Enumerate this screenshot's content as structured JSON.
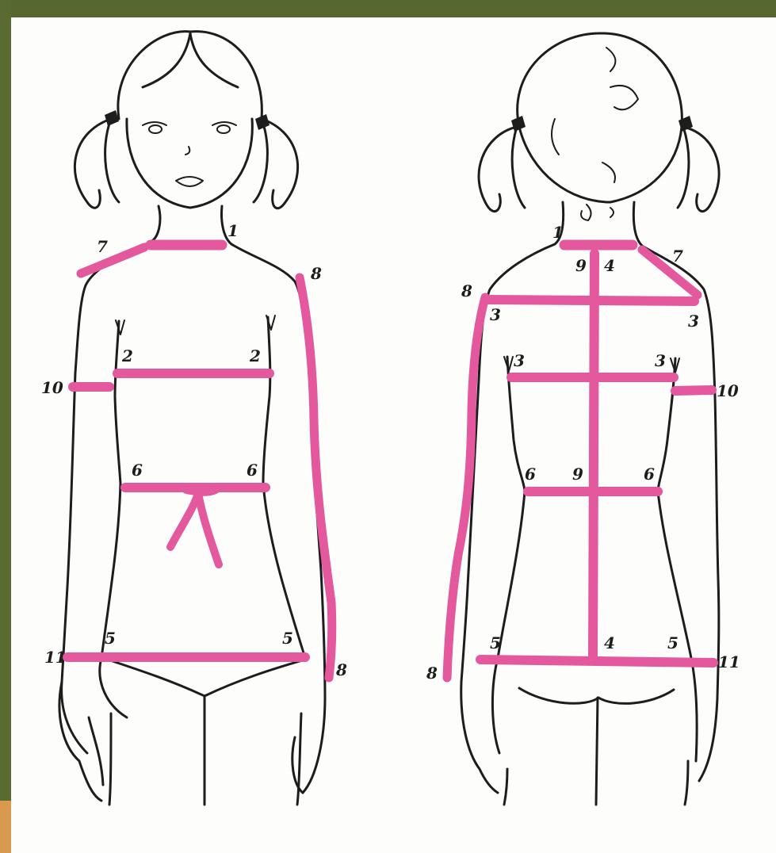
{
  "colors": {
    "measure_line": "#e4589e",
    "outline": "#1d1d1d",
    "paper": "#fdfdfb",
    "frame": "#55652f"
  },
  "front": {
    "labels": {
      "neck": "1",
      "chest_left": "2",
      "chest_right": "2",
      "waist_left": "6",
      "waist_right": "6",
      "hips_left": "5",
      "hips_right": "5",
      "shoulder": "7",
      "arm_length_top": "8",
      "arm_length_bottom": "8",
      "upper_arm": "10",
      "hip_line": "11"
    }
  },
  "back": {
    "labels": {
      "neck": "1",
      "back_length_top_a": "9",
      "back_length_top_b": "4",
      "shoulder": "7",
      "arm_length_top": "8",
      "arm_length_bottom": "8",
      "back_width_left": "3",
      "back_width_right": "3",
      "chest_back_left": "3",
      "chest_back_right": "3",
      "upper_arm": "10",
      "waist_left": "6",
      "waist_center": "9",
      "waist_right": "6",
      "hips_left": "5",
      "hips_center": "4",
      "hips_right": "5",
      "hip_line": "11"
    }
  }
}
